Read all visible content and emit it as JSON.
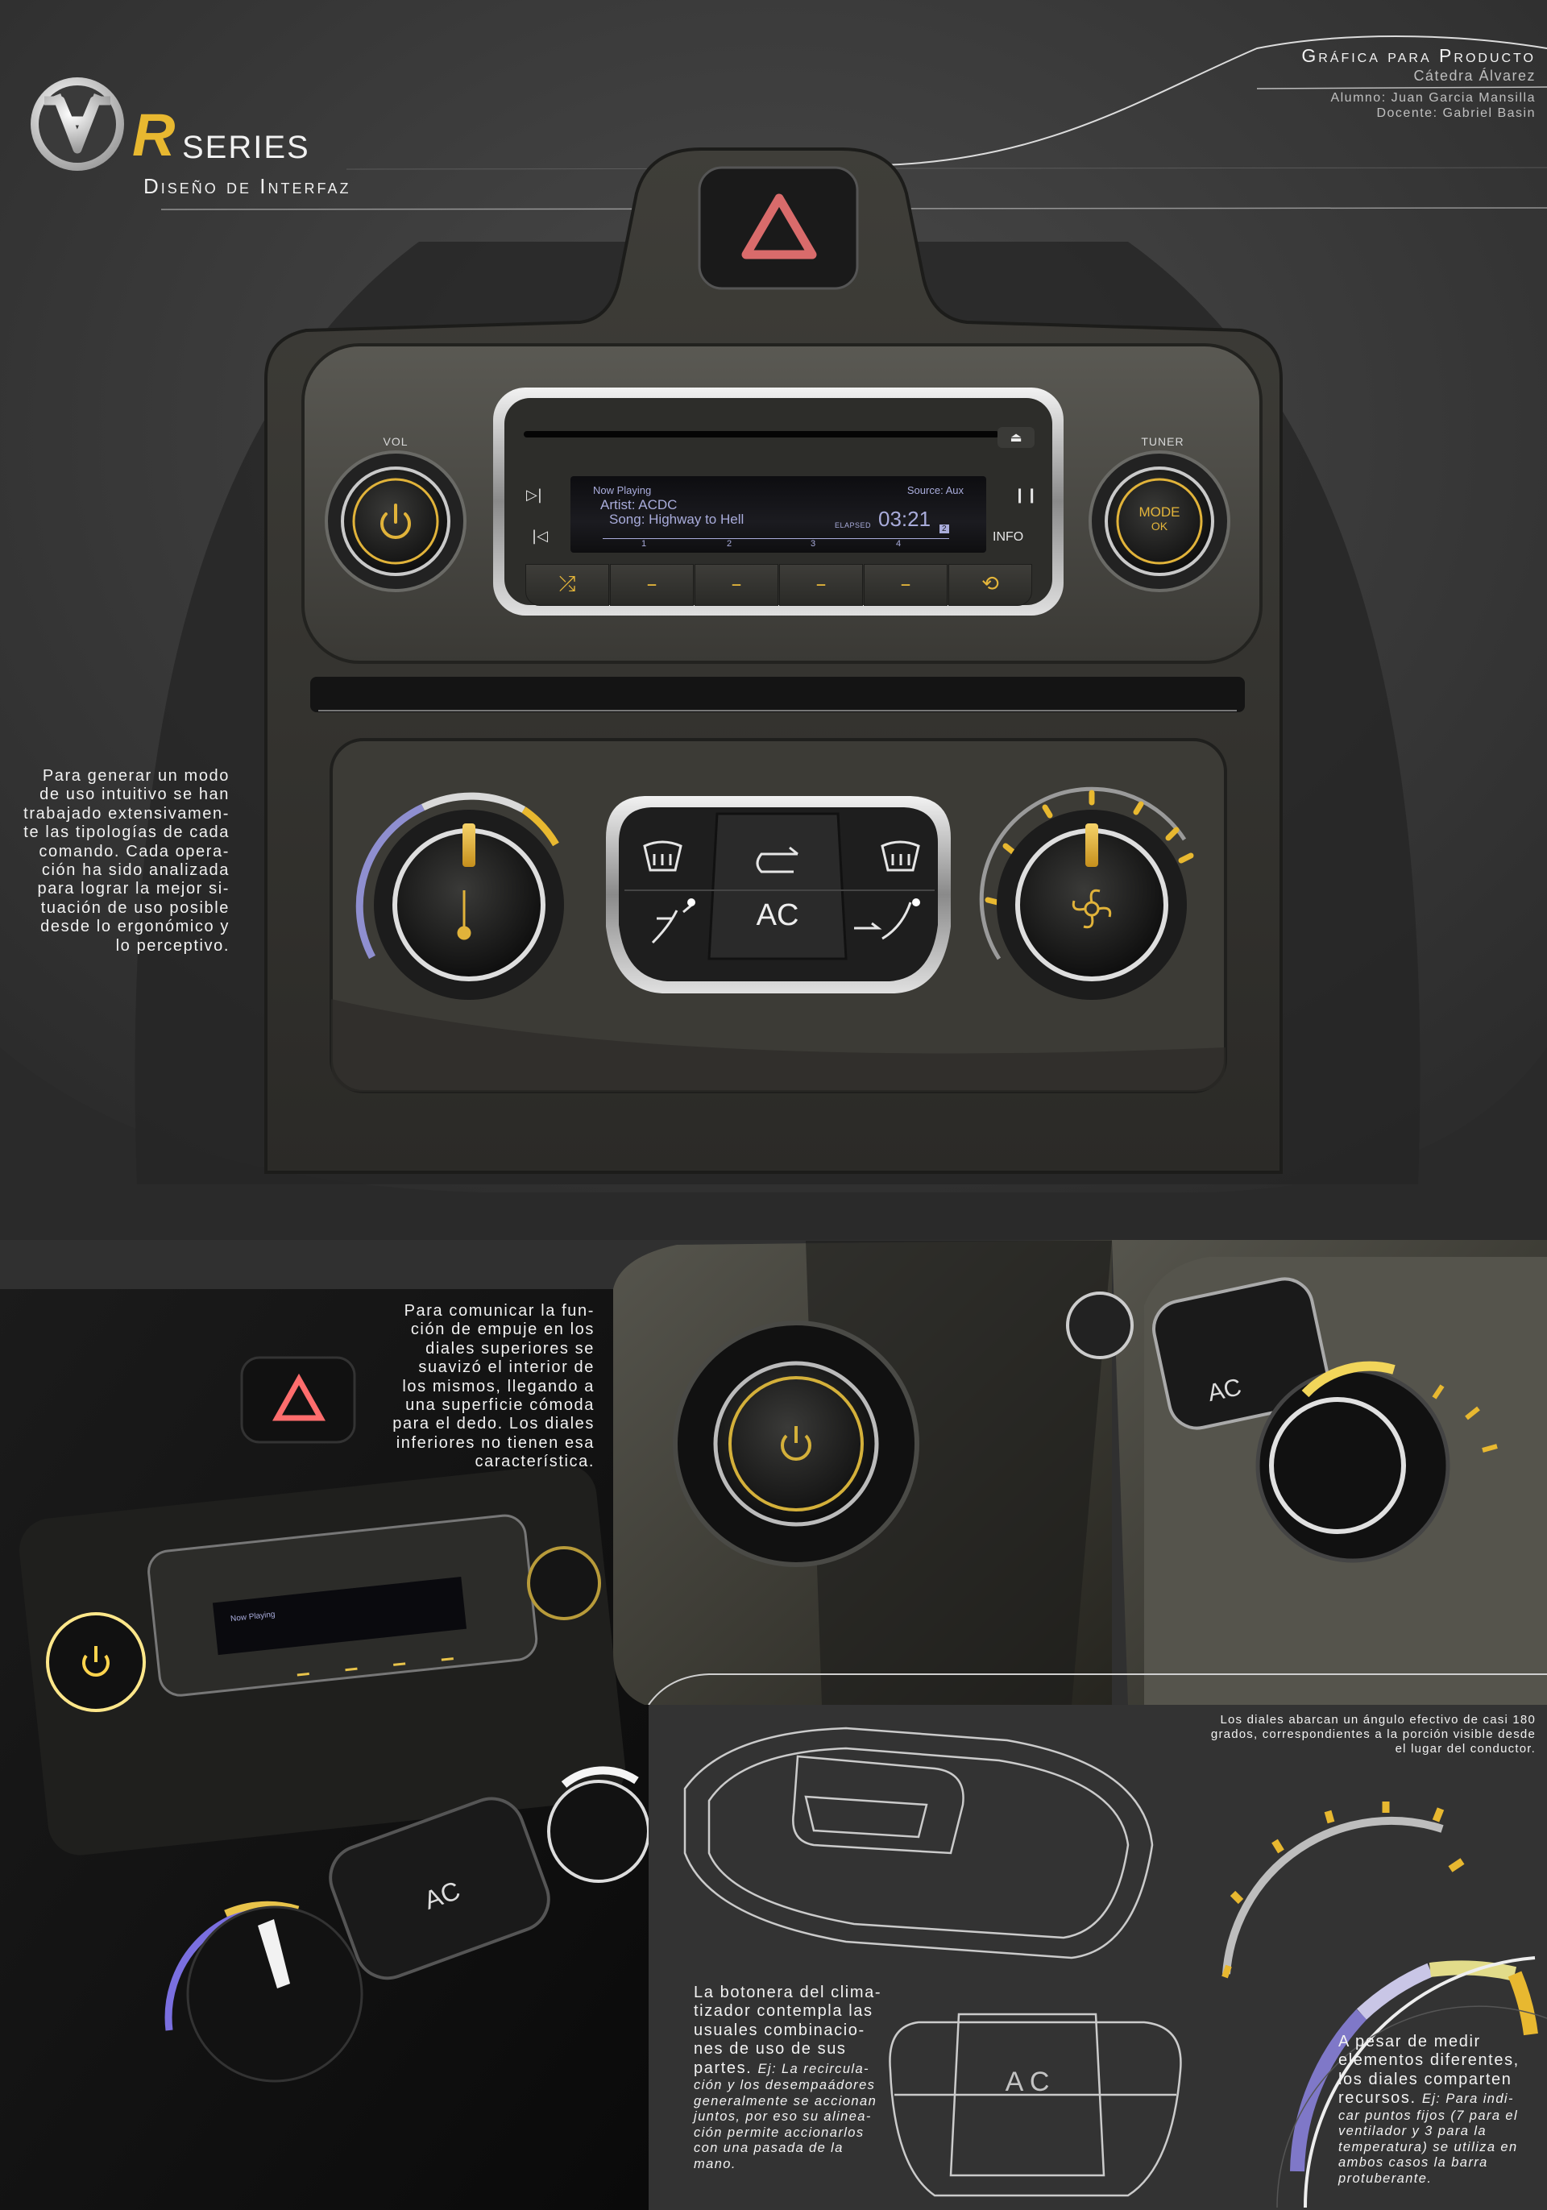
{
  "header": {
    "brand_letter": "R",
    "series": "SERIES",
    "subtitle": "Diseño de Interfaz",
    "course": "Gráfica para Producto",
    "chair": "Cátedra Álvarez",
    "student": "Alumno: Juan Garcia Mansilla",
    "teacher": "Docente: Gabriel Basin",
    "logo": "vw-logo",
    "accent_color": "#e8b830"
  },
  "radio": {
    "vol_label": "VOL",
    "tuner_label": "TUNER",
    "now_playing": "Now Playing",
    "source": "Source: Aux",
    "artist": "Artist: ACDC",
    "song": "Song: Highway to Hell",
    "elapsed_label": "ELAPSED",
    "elapsed": "03:21",
    "preset_badge": "2",
    "presets": [
      "1",
      "2",
      "3",
      "4"
    ],
    "info_label": "INFO",
    "mode_label": "MODE",
    "ok_label": "OK",
    "icons": [
      "power-icon",
      "play-next-icon",
      "previous-icon",
      "pause-icon",
      "eject-icon",
      "shuffle-icon",
      "repeat-icon"
    ]
  },
  "climate": {
    "ac_label": "AC",
    "icons": [
      "thermometer-icon",
      "fan-icon",
      "defrost-front-icon",
      "defrost-rear-icon",
      "recirculation-icon",
      "airflow-face-icon",
      "airflow-feet-icon"
    ]
  },
  "notes": {
    "intro": [
      "Para generar un modo",
      "de uso intuitivo se han",
      "trabajado extensivamen-",
      "te las tipologías de cada",
      "comando. Cada opera-",
      "ción ha sido analizada",
      "para lograr la mejor si-",
      "tuación de uso posible",
      "desde lo ergonómico y",
      "lo perceptivo."
    ],
    "push": [
      "Para comunicar la fun-",
      "ción de empuje en los",
      "diales superiores se",
      "suavizó el interior de",
      "los mismos, llegando a",
      "una superficie cómoda",
      "para el dedo. Los diales",
      "inferiores no tienen esa",
      "característica."
    ],
    "angle": [
      "Los diales abarcan un ángulo efectivo de casi 180",
      "grados, correspondientes a la porción visible desde",
      "el lugar del conductor."
    ],
    "climate_pad": {
      "lines": [
        "La botonera del clima-",
        "tizador contempla las",
        "usuales combinacio-",
        "nes de uso de sus"
      ],
      "last_normal": "partes.",
      "italic_first": "Ej: La recircula-",
      "italic": [
        "ción y los desempaádores",
        "generalmente se accionan",
        "juntos, por eso su alinea-",
        "ción permite accionarlos",
        "con una pasada de la",
        "mano."
      ]
    },
    "dials": {
      "lines": [
        "A pesar de medir",
        "elementos diferentes,",
        "los diales comparten"
      ],
      "last_normal": "recursos.",
      "italic_first": "Ej: Para indi-",
      "italic": [
        "car puntos fijos (7 para el",
        "ventilador y 3 para la",
        "temperatura) se utiliza en",
        "ambos casos la barra",
        "protuberante."
      ]
    }
  }
}
